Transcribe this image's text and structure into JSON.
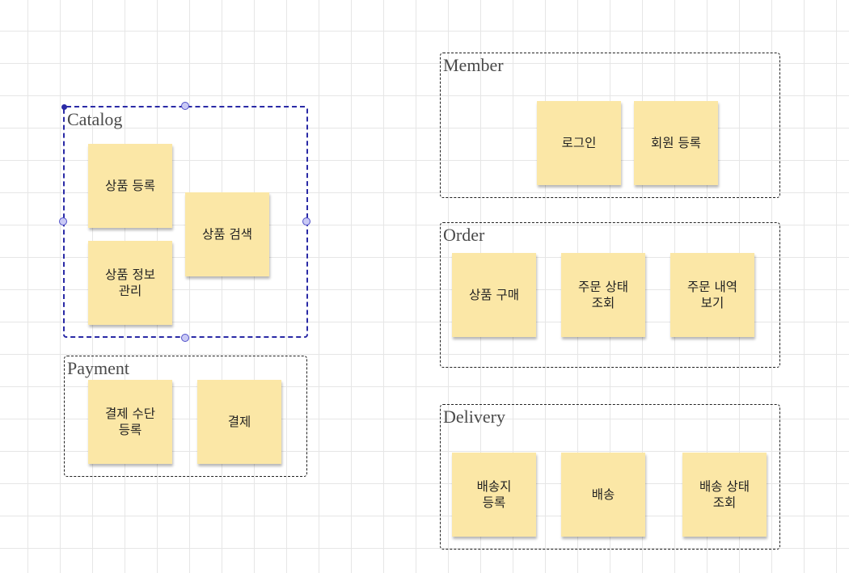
{
  "containers": {
    "catalog": {
      "label": "Catalog",
      "notes": [
        "상품 등록",
        "상품 정보\n관리",
        "상품 검색"
      ]
    },
    "payment": {
      "label": "Payment",
      "notes": [
        "결제 수단\n등록",
        "결제"
      ]
    },
    "member": {
      "label": "Member",
      "notes": [
        "로그인",
        "회원 등록"
      ]
    },
    "order": {
      "label": "Order",
      "notes": [
        "상품 구매",
        "주문 상태\n조회",
        "주문 내역\n보기"
      ]
    },
    "delivery": {
      "label": "Delivery",
      "notes": [
        "배송지\n등록",
        "배송",
        "배송 상태\n조회"
      ]
    }
  },
  "colors": {
    "sticky": "#fbe7a6",
    "selection": "#2a2aa6",
    "border": "#222222"
  }
}
